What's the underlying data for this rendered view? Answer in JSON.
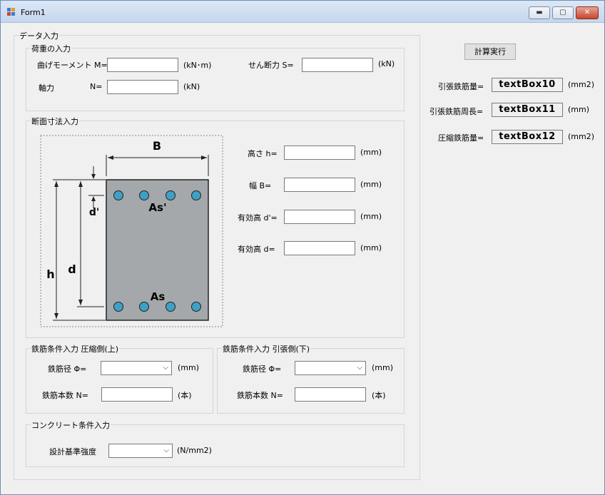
{
  "window": {
    "title": "Form1",
    "minimize": "▬",
    "maximize": "▢",
    "close": "✕"
  },
  "data_input": {
    "label": "データ入力",
    "load": {
      "label": "荷重の入力",
      "moment_label": "曲げモーメント  M=",
      "moment_value": "",
      "moment_unit": "(kN･m)",
      "shear_label": "せん断力  S=",
      "shear_value": "",
      "shear_unit": "(kN)",
      "axial_label": "軸力",
      "axial_var": "N=",
      "axial_value": "",
      "axial_unit": "(kN)"
    },
    "section": {
      "label": "断面寸法入力",
      "height_label": "高さ  h=",
      "height_value": "",
      "height_unit": "(mm)",
      "width_label": "幅     B=",
      "width_value": "",
      "width_unit": "(mm)",
      "dprime_label": "有効高  d'=",
      "dprime_value": "",
      "dprime_unit": "(mm)",
      "d_label": "有効高  d=",
      "d_value": "",
      "d_unit": "(mm)",
      "figure": {
        "B": "B",
        "h": "h",
        "d": "d",
        "d_prime": "d'",
        "As_prime": "As'",
        "As": "As",
        "concrete_color": "#a5a8ab",
        "rebar_color": "#3fa0c5"
      }
    },
    "rebar_comp": {
      "label": "鉄筋条件入力  圧縮側(上)",
      "dia_label": "鉄筋径   Φ=",
      "dia_value": "",
      "dia_unit": "(mm)",
      "count_label": "鉄筋本数   N=",
      "count_value": "",
      "count_unit": "(本)"
    },
    "rebar_tens": {
      "label": "鉄筋条件入力  引張側(下)",
      "dia_label": "鉄筋径   Φ=",
      "dia_value": "",
      "dia_unit": "(mm)",
      "count_label": "鉄筋本数   N=",
      "count_value": "",
      "count_unit": "(本)"
    },
    "concrete": {
      "label": "コンクリート条件入力",
      "strength_label": "設計基準強度",
      "strength_value": "",
      "strength_unit": "(N/mm2)"
    }
  },
  "results": {
    "calc_button": "計算実行",
    "tension_area_label": "引張鉄筋量=",
    "tension_area_value": "textBox10",
    "tension_area_unit": "(mm2)",
    "perimeter_label": "引張鉄筋周長=",
    "perimeter_value": "textBox11",
    "perimeter_unit": "(mm)",
    "comp_area_label": "圧縮鉄筋量=",
    "comp_area_value": "textBox12",
    "comp_area_unit": "(mm2)"
  }
}
